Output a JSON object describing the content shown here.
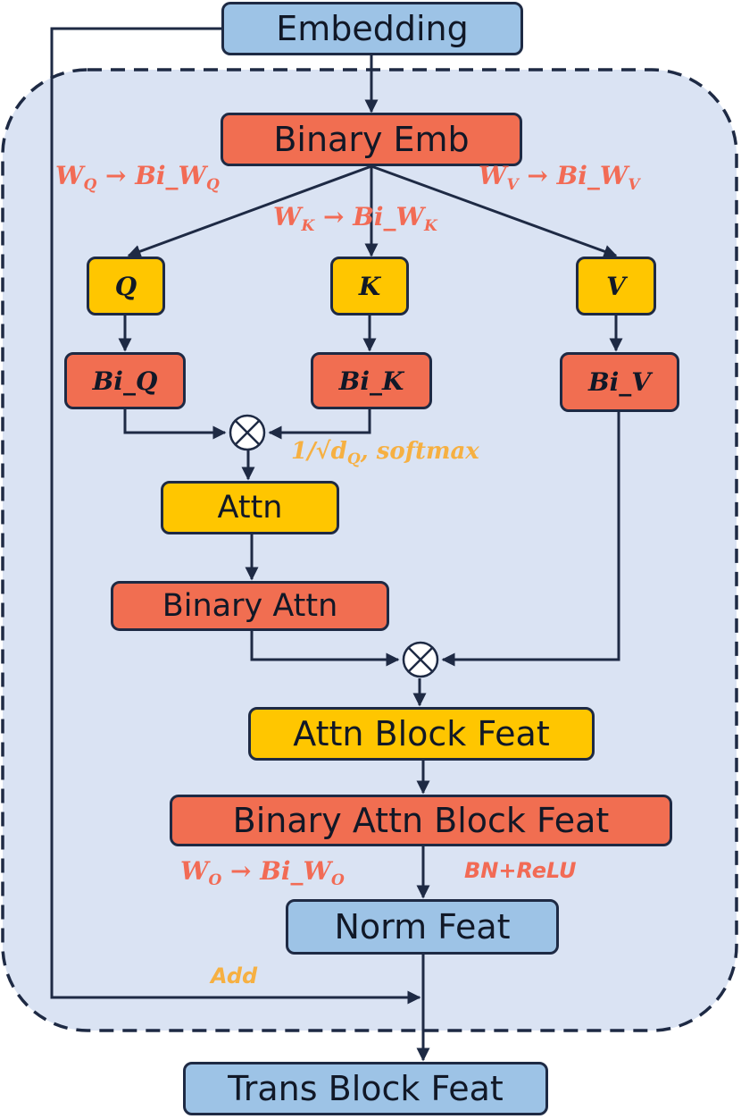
{
  "nodes": {
    "embedding": "Embedding",
    "binary_emb": "Binary Emb",
    "q": "Q",
    "k": "K",
    "v": "V",
    "bi_q": "Bi_Q",
    "bi_k": "Bi_K",
    "bi_v": "Bi_V",
    "attn": "Attn",
    "binary_attn": "Binary Attn",
    "attn_block_feat": "Attn Block Feat",
    "binary_attn_block_feat": "Binary Attn Block Feat",
    "norm_feat": "Norm Feat",
    "trans_block_feat": "Trans Block Feat"
  },
  "annotations": {
    "wq": {
      "base": "W",
      "sub": "Q",
      "arrow": " → Bi_W",
      "sub2": "Q"
    },
    "wk": {
      "base": "W",
      "sub": "K",
      "arrow": " → Bi_W",
      "sub2": "K"
    },
    "wv": {
      "base": "W",
      "sub": "V",
      "arrow": " → Bi_W",
      "sub2": "V"
    },
    "wo": {
      "base": "W",
      "sub": "O",
      "arrow": " → Bi_W",
      "sub2": "O"
    },
    "scale": {
      "prefix": "1/√d",
      "sub": "Q",
      "suffix": ", softmax"
    },
    "bn_relu": "BN+ReLU",
    "add": "Add"
  },
  "colors": {
    "blue_node": "#9dc3e6",
    "red_node": "#f16e51",
    "yellow_node": "#ffc600",
    "panel": "#dae3f3",
    "line": "#1e2a44",
    "annotation_red": "#f26b55",
    "annotation_orange": "#f6b042"
  },
  "icons": {
    "multiply": "circled-times-icon"
  }
}
